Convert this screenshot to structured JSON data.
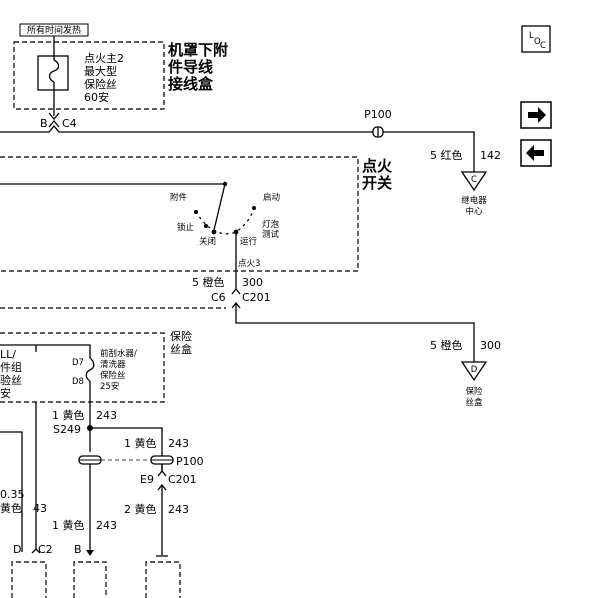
{
  "labels": {
    "hot_at_all_times": "所有时间发热",
    "fuse_main_l1": "点火主2",
    "fuse_main_l2": "最大型",
    "fuse_main_l3": "保险丝",
    "fuse_main_l4": "60安",
    "underhood_l1": "机罩下附",
    "underhood_l2": "件导线",
    "underhood_l3": "接线盒",
    "conn_b": "B",
    "conn_c4": "C4",
    "p100_top": "P100",
    "red_wire": "5 红色",
    "red_circuit": "142",
    "relay_center_letter": "C",
    "relay_center_l1": "继电器",
    "relay_center_l2": "中心",
    "ign_switch_l1": "点火",
    "ign_switch_l2": "开关",
    "pos_accessory": "附件",
    "pos_start": "启动",
    "pos_lock": "锁止",
    "pos_off": "关闭",
    "pos_lamp_l1": "灯泡",
    "pos_lamp_l2": "测试",
    "pos_run": "运行",
    "ign3": "点火3",
    "orange_wire": "5 橙色",
    "orange_circuit": "300",
    "conn_c6": "C6",
    "conn_c201": "C201",
    "orange_wire_2": "5 橙色",
    "orange_circuit_2": "300",
    "fuse_block_letter": "D",
    "fuse_block_l1": "保险",
    "fuse_block_l2": "丝盒",
    "fusebox_l1": "保险",
    "fusebox_l2": "丝盒",
    "left_fuse_l1": "LL/",
    "left_fuse_l2": "件组",
    "left_fuse_l3": "验丝",
    "left_fuse_l4": "安",
    "d7": "D7",
    "d8": "D8",
    "wiper_l1": "前刮水器/",
    "wiper_l2": "清洗器",
    "wiper_l3": "保险丝",
    "wiper_l4": "25安",
    "yellow_1": "1 黄色",
    "yellow_1_circuit": "243",
    "splice": "S249",
    "yellow_2": "1 黄色",
    "yellow_2_circuit": "243",
    "p100_bottom": "P100",
    "e9": "E9",
    "c201_bottom": "C201",
    "yellow_035": "0.35",
    "yellow_035_color": "黄色",
    "yellow_035_circuit": "43",
    "yellow_3": "2 黄色",
    "yellow_3_circuit": "243",
    "yellow_4": "1 黄色",
    "yellow_4_circuit": "243",
    "conn_d": "D",
    "conn_c2": "C2",
    "conn_b_bottom": "B",
    "loc_l": "L",
    "loc_o": "O",
    "loc_c": "C"
  },
  "icons": {
    "next": "arrow-right-icon",
    "prev": "arrow-left-icon",
    "locator": "location-icon"
  }
}
